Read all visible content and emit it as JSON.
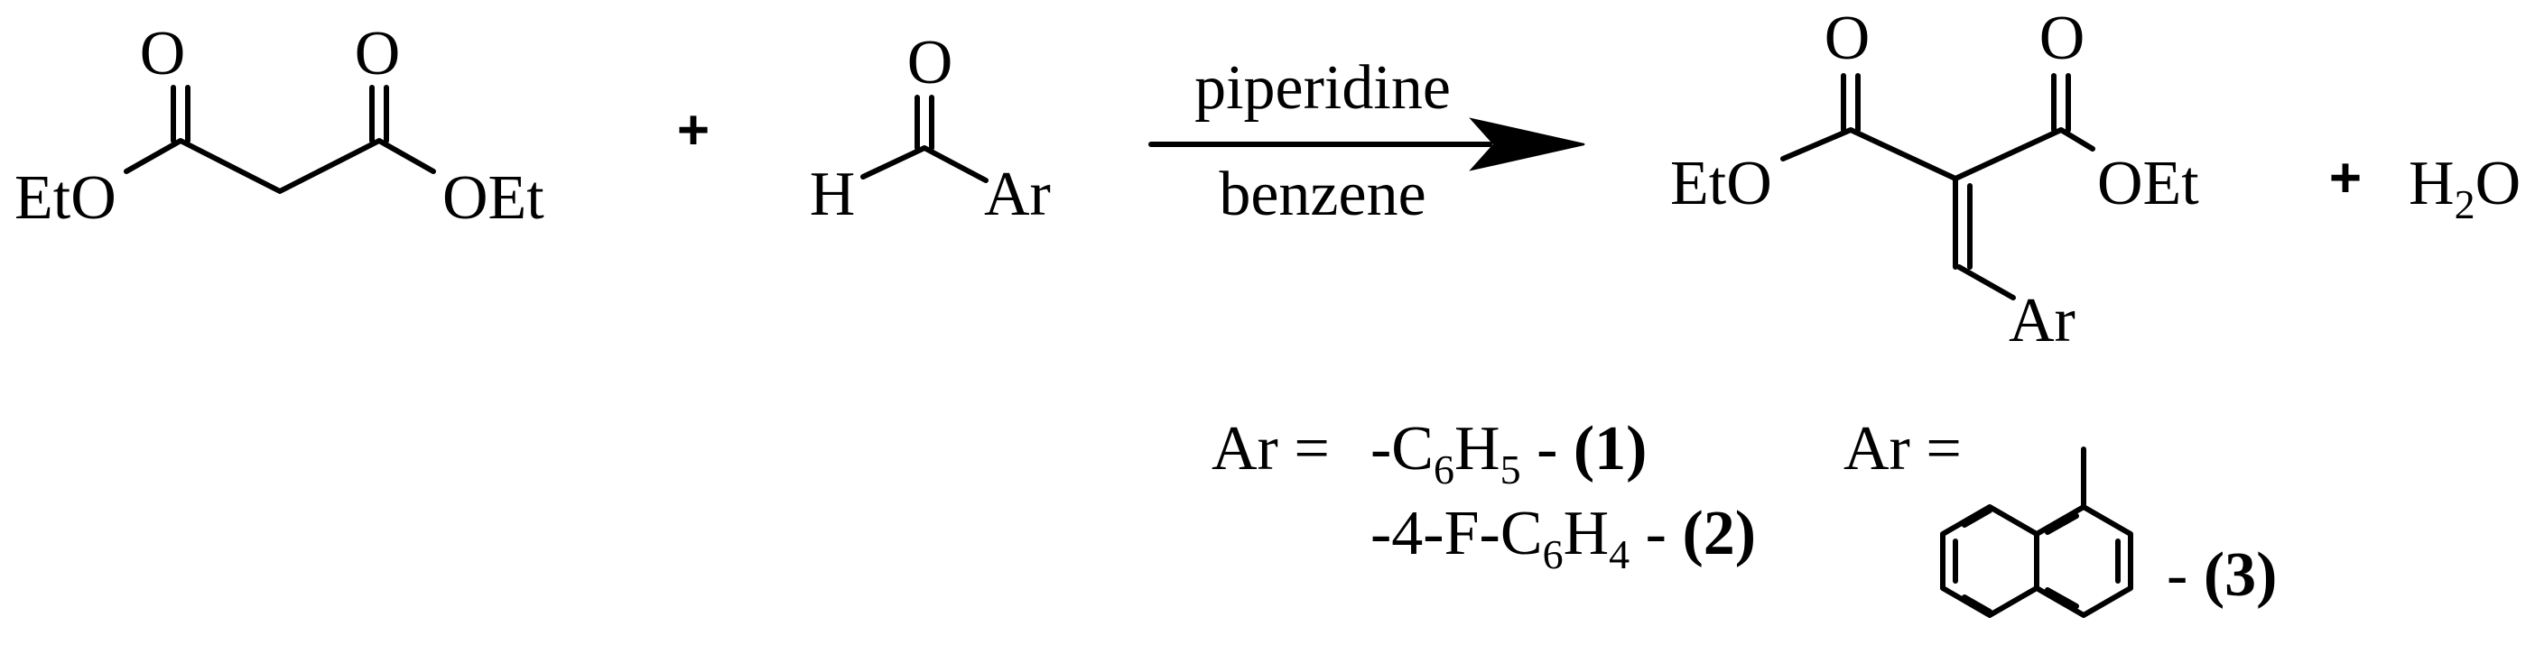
{
  "reactant1": {
    "o_left": "O",
    "o_right": "O",
    "eto": "EtO",
    "oet": "OEt"
  },
  "plus1": "+",
  "reactant2": {
    "o": "O",
    "h": "H",
    "ar": "Ar"
  },
  "conditions": {
    "above": "piperidine",
    "below": "benzene"
  },
  "product": {
    "o_left": "O",
    "o_right": "O",
    "eto": "EtO",
    "oet": "OEt",
    "ar": "Ar"
  },
  "plus2": "+",
  "water": {
    "h": "H",
    "sub2": "2",
    "o": "O"
  },
  "legend": {
    "ar_eq_1": "Ar =",
    "item1": {
      "prefix": "-C",
      "sub_a": "6",
      "mid": "H",
      "sub_b": "5",
      "dash": " - ",
      "label": "(1)"
    },
    "item2": {
      "prefix": "-4-F-C",
      "sub_a": "6",
      "mid": "H",
      "sub_b": "4",
      "dash": " - ",
      "label": "(2)"
    },
    "ar_eq_2": "Ar =",
    "item3": {
      "dash": "- ",
      "label": "(3)"
    }
  },
  "colors": {
    "ink": "#000000",
    "background": "#ffffff"
  }
}
